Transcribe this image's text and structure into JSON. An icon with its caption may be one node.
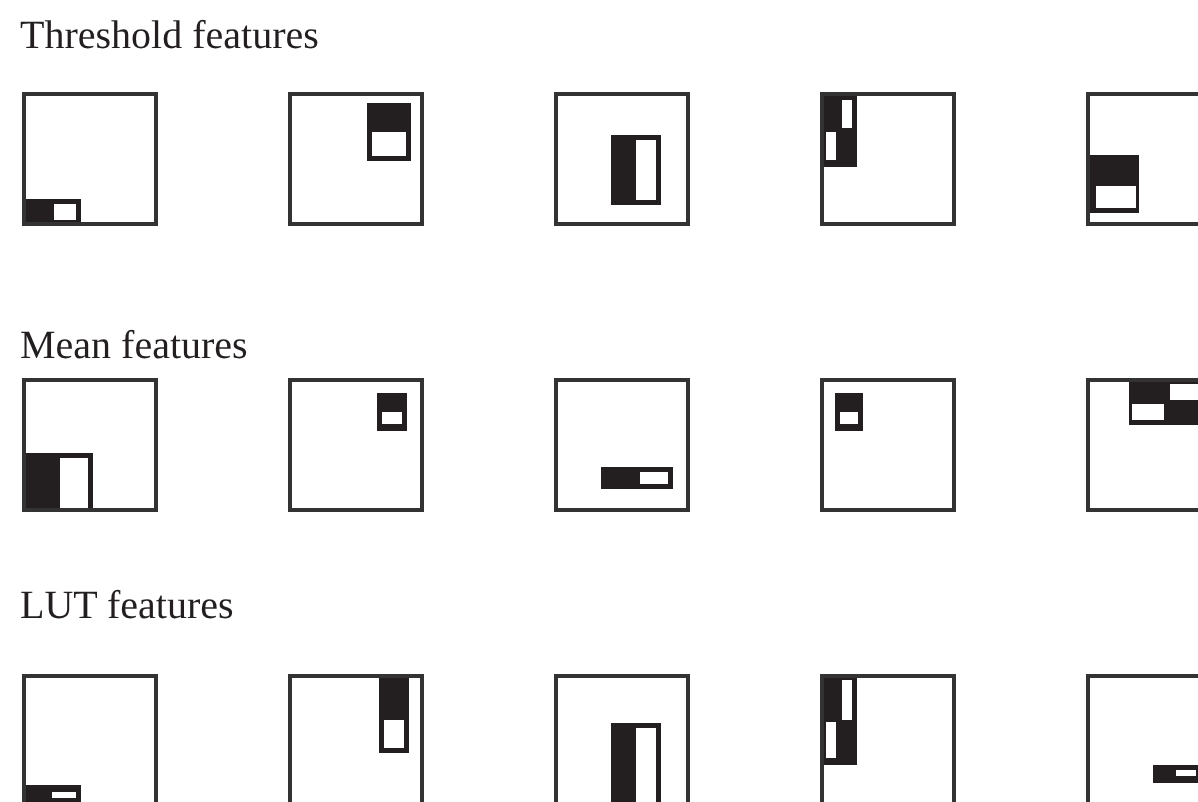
{
  "diagram": {
    "labels": [
      "Threshold features",
      "Mean features",
      "LUT features"
    ]
  }
}
